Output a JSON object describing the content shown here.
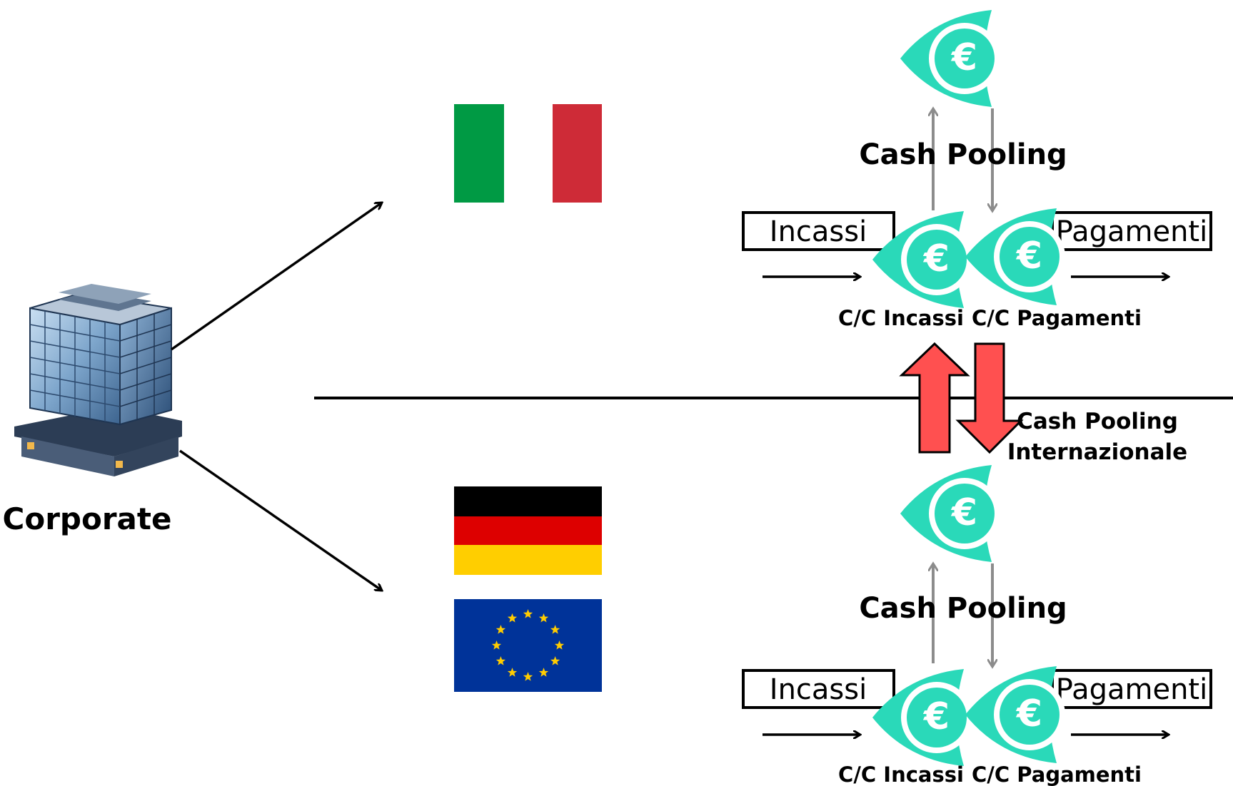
{
  "corporate": {
    "label": "Corporate",
    "icon": "office-building-icon"
  },
  "flags": {
    "italy": {
      "colors": [
        "#009a44",
        "#ffffff",
        "#ce2b37"
      ]
    },
    "germany": {
      "colors": [
        "#000000",
        "#dd0000",
        "#ffce00"
      ]
    },
    "eu": {
      "background": "#003399",
      "star_color": "#ffcc00",
      "star_count": 12
    }
  },
  "colors": {
    "teal": "#2ad9b9",
    "red_arrow": "#ff5050",
    "grey_arrow": "#8c8c8c"
  },
  "italy_pool": {
    "cash_pooling_label": "Cash Pooling",
    "incassi_box": "Incassi",
    "pagamenti_box": "Pagamenti",
    "cc_incassi": "C/C Incassi",
    "cc_pagamenti": "C/C Pagamenti"
  },
  "germany_pool": {
    "cash_pooling_label": "Cash Pooling",
    "incassi_box": "Incassi",
    "pagamenti_box": "Pagamenti",
    "cc_incassi": "C/C Incassi",
    "cc_pagamenti": "C/C Pagamenti"
  },
  "international": {
    "line1": "Cash Pooling",
    "line2": "Internazionale"
  }
}
